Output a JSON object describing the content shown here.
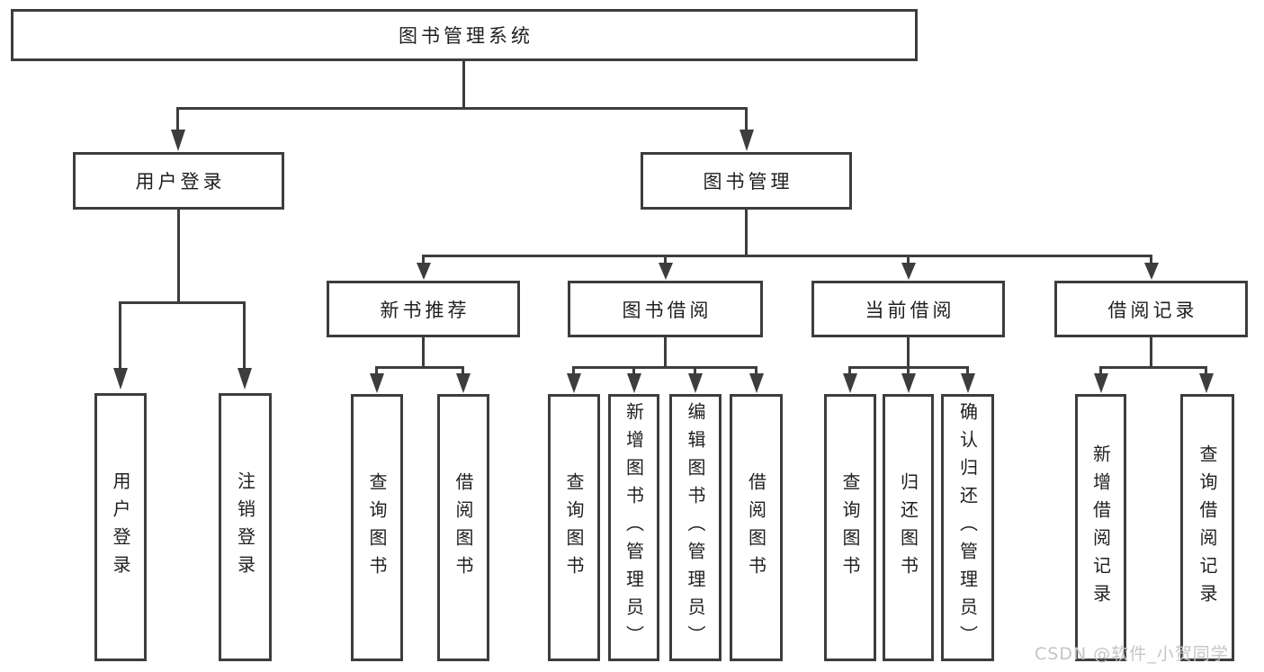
{
  "tree": {
    "root": "图书管理系统",
    "user_login": {
      "label": "用户登录",
      "children": [
        "用户登录",
        "注销登录"
      ]
    },
    "book_mgmt": {
      "label": "图书管理"
    },
    "new_books": {
      "label": "新书推荐",
      "children": [
        "查询图书",
        "借阅图书"
      ]
    },
    "borrowing": {
      "label": "图书借阅",
      "children": [
        "查询图书",
        "新增图书（管理员）",
        "编辑图书（管理员）",
        "借阅图书"
      ]
    },
    "current": {
      "label": "当前借阅",
      "children": [
        "查询图书",
        "归还图书",
        "确认归还（管理员）"
      ]
    },
    "records": {
      "label": "借阅记录",
      "children": [
        "新增借阅记录",
        "查询借阅记录"
      ]
    }
  },
  "watermark": "CSDN @软件_小贺同学",
  "colors": {
    "line": "#3d3d3d",
    "text": "#1f1f1f",
    "background": "#ffffff",
    "watermark": "#c5c5c5"
  }
}
